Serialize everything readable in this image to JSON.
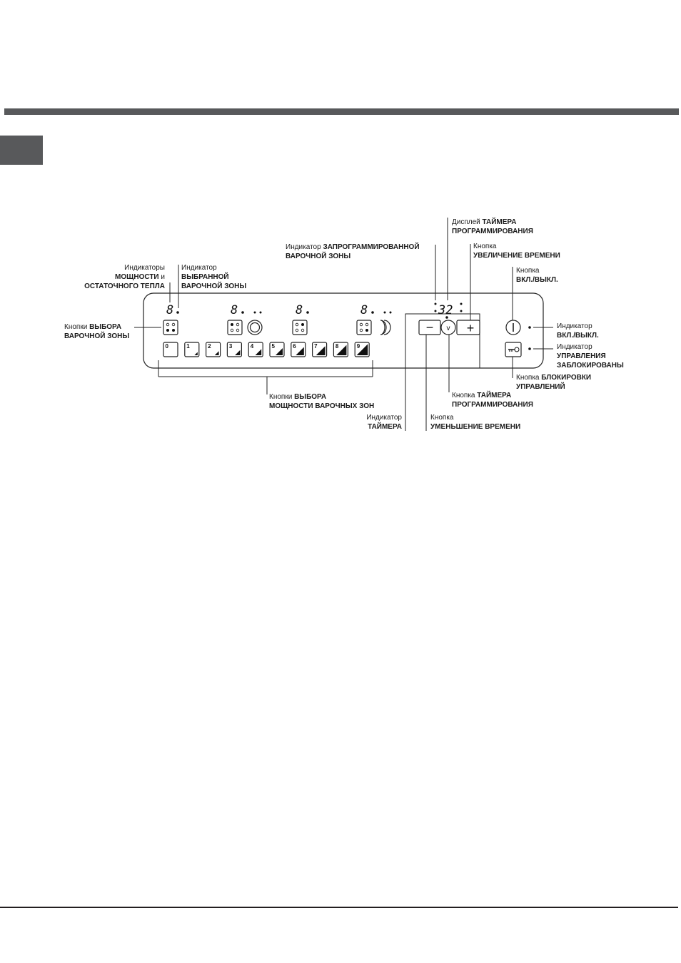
{
  "labels": {
    "indicators_power": {
      "normal": "Индикаторы",
      "bold1": "МОЩНОСТИ",
      "suffix": "и",
      "bold2": "ОСТАТОЧНОГО ТЕПЛА"
    },
    "indicator_selected_zone": {
      "normal": "Индикатор",
      "bold1": "ВЫБРАННОЙ",
      "bold2": "ВАРОЧНОЙ ЗОНЫ"
    },
    "programmed_zone": {
      "normal": "Индикатор",
      "bold1": "ЗАПРОГРАММИРОВАННОЙ",
      "bold2": "ВАРОЧНОЙ ЗОНЫ"
    },
    "timer_display": {
      "normal": "Дисплей",
      "bold1": "ТАЙМЕРА",
      "bold2": "ПРОГРАММИРОВАНИЯ"
    },
    "increase_time": {
      "normal": "Кнопка",
      "bold1": "УВЕЛИЧЕНИЕ ВРЕМЕНИ"
    },
    "onoff_button": {
      "normal": "Кнопка",
      "bold1": "ВКЛ./ВЫКЛ."
    },
    "zone_select_buttons": {
      "normal": "Кнопки",
      "bold1": "ВЫБОРА",
      "bold2": "ВАРОЧНОЙ ЗОНЫ"
    },
    "onoff_indicator": {
      "normal": "Индикатор",
      "bold1": "ВКЛ./ВЫКЛ."
    },
    "lock_indicator": {
      "normal": "Индикатор",
      "bold1": "УПРАВЛЕНИЯ",
      "bold2": "ЗАБЛОКИРОВАНЫ"
    },
    "lock_button": {
      "normal": "Кнопка",
      "bold1": "БЛОКИРОВКИ",
      "bold2": "УПРАВЛЕНИЙ"
    },
    "power_select_buttons": {
      "normal": "Кнопки",
      "bold1": "ВЫБОРА",
      "bold2": "МОЩНОСТИ ВАРОЧНЫХ ЗОН"
    },
    "timer_prog_button": {
      "normal": "Кнопка",
      "bold1": "ТАЙМЕРА",
      "bold2": "ПРОГРАММИРОВАНИЯ"
    },
    "timer_indicator": {
      "normal": "Индикатор",
      "bold1": "ТАЙМЕРА"
    },
    "decrease_time": {
      "normal": "Кнопка",
      "bold1": "УМЕНЬШЕНИЕ ВРЕМЕНИ"
    }
  },
  "panel": {
    "zone_digit": "8",
    "timer_digits": "32",
    "power_levels": [
      "0",
      "1",
      "2",
      "3",
      "4",
      "5",
      "6",
      "7",
      "8",
      "9"
    ],
    "minus_symbol": "−",
    "plus_symbol": "+",
    "timer_symbol": "v"
  },
  "colors": {
    "band": "#58595b",
    "ink": "#1a1a1a"
  }
}
